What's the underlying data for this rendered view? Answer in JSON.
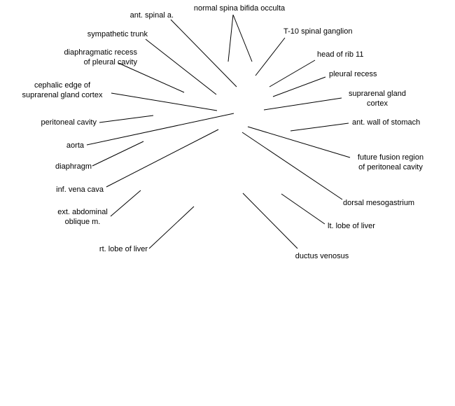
{
  "labels": {
    "ant_spinal_a": "ant. spinal a.",
    "normal_spina_bifida_occulta": "normal spina bifida occulta",
    "sympathetic_trunk": "sympathetic trunk",
    "t10_spinal_ganglion": "T-10 spinal ganglion",
    "diaphragmatic_recess": [
      "diaphragmatic recess",
      "of pleural cavity"
    ],
    "head_of_rib_11": "head of rib 11",
    "pleural_recess": "pleural recess",
    "cephalic_edge": [
      "cephalic edge of",
      "suprarenal gland cortex"
    ],
    "suprarenal_gland_cortex": [
      "suprarenal gland",
      "cortex"
    ],
    "peritoneal_cavity": "peritoneal cavity",
    "ant_wall_of_stomach": "ant. wall of stomach",
    "aorta": "aorta",
    "future_fusion_region": [
      "future fusion region",
      "of peritoneal cavity"
    ],
    "diaphragm": "diaphragm",
    "inf_vena_cava": "inf. vena cava",
    "dorsal_mesogastrium": "dorsal mesogastrium",
    "ext_abdominal_oblique": [
      "ext. abdominal",
      "oblique m."
    ],
    "lt_lobe_of_liver": "lt. lobe of liver",
    "rt_lobe_of_liver": "rt. lobe of liver",
    "ductus_venosus": "ductus venosus"
  },
  "colors": {
    "background": "#ffffff",
    "text": "#000000",
    "leader_lines": "#000000"
  }
}
